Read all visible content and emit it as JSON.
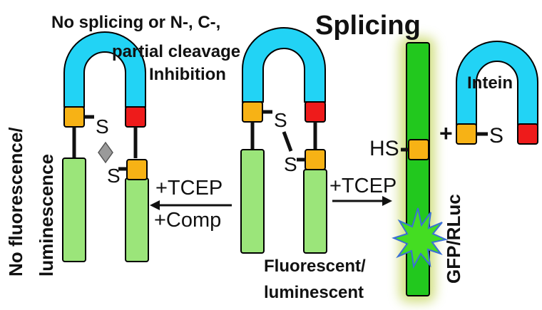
{
  "labels": {
    "no_splicing_line1": "No splicing or N-, C-,",
    "no_splicing_line2": "partial cleavage",
    "inhibition": "Inhibition",
    "splicing": "Splicing",
    "intein": "Intein",
    "no_fluor_line1": "No fluorescence/",
    "no_fluor_line2": "luminescence",
    "fluor_line1": "Fluorescent/",
    "fluor_line2": "luminescent",
    "gfp_rluc": "GFP/RLuc",
    "tcep_left": "+TCEP",
    "comp": "+Comp",
    "tcep_right": "+TCEP",
    "s_left_top": "S",
    "s_left_bottom": "S",
    "s_mid_top": "S",
    "s_mid_bottom": "S",
    "hs": "HS",
    "s_intein": "S",
    "plus_sign": "+"
  },
  "colors": {
    "intein_arc": "#22d3f5",
    "extein": "#9be57a",
    "spliced_extein": "#22c81e",
    "n_block": "#f7b215",
    "c_block": "#ee1b1b",
    "glow": "#c9d96a",
    "burst": "#44dd22",
    "compound": "#9a9a9a"
  },
  "icons": {
    "burst": "starburst-icon",
    "compound": "diamond-icon"
  }
}
